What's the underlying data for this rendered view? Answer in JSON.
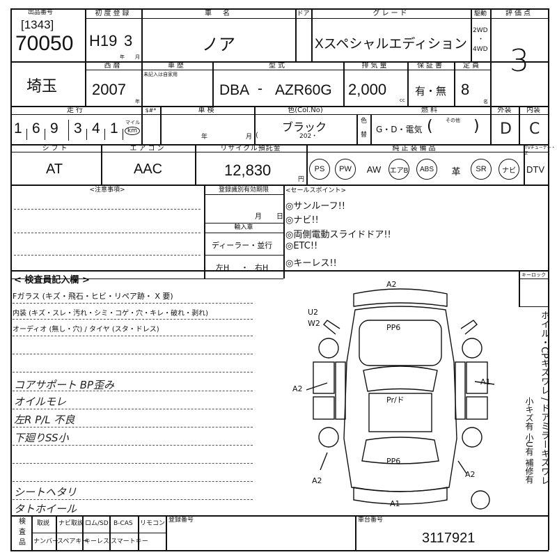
{
  "header": {
    "lot_hdr": "出品番号",
    "lot_code": "[1343]",
    "lot_no": "70050",
    "first_reg_hdr": "初度登録",
    "first_reg_era": "H19",
    "first_reg_month": "3",
    "year_unit": "年",
    "month_unit": "月",
    "model_name_hdr": "車　名",
    "model_name": "ノア",
    "door_hdr": "ドア",
    "grade_hdr": "グレード",
    "grade": "Xスペシャルエディション",
    "drive_hdr": "駆動",
    "drive_2wd": "2WD",
    "drive_sep": "・",
    "drive_4wd": "4WD",
    "score_hdr": "評価点",
    "score": "3"
  },
  "row2": {
    "region": "埼玉",
    "western_hdr": "西暦",
    "year": "2007",
    "year_unit": "年",
    "recess_hdr": "車歴",
    "recess_note": "未記入は自家用",
    "type_hdr": "型式",
    "type_prefix": "DBA",
    "type_dash": "-",
    "type_code": "AZR60G",
    "displacement_hdr": "排気量",
    "displacement": "2,000",
    "cc_unit": "cc",
    "warranty_hdr": "保証書",
    "warranty": "有・無",
    "capacity_hdr": "定員",
    "capacity": "8",
    "capacity_unit": "名"
  },
  "row3": {
    "mileage_hdr": "走行",
    "mileage_digits": [
      "1",
      "6",
      "9",
      "3",
      "4",
      "1"
    ],
    "mileage_unit_mile": "マイル",
    "mileage_unit_km": "km",
    "sharp_hdr": "$#*",
    "inspection_hdr": "車検",
    "inspection_year_unit": "年",
    "inspection_month_unit": "月",
    "color_hdr": "色(Col.No)",
    "color": "ブラック",
    "color_code": "202・",
    "color_change_1": "色",
    "color_change_2": "替",
    "fuel_hdr": "燃料",
    "fuel_options": "G・D・電気",
    "fuel_other_label": "その他",
    "fuel_paren_open": "(",
    "fuel_paren_close": ")",
    "exterior_hdr": "外装",
    "exterior": "D",
    "interior_hdr": "内装",
    "interior": "C"
  },
  "row4": {
    "shift_hdr": "シフト",
    "shift": "AT",
    "aircon_hdr": "エアコン",
    "aircon": "AAC",
    "recycle_hdr": "リサイクル預託金",
    "recycle": "12,830",
    "yen_unit": "円",
    "equipment_hdr": "純正装備品",
    "equipment": [
      {
        "label": "PS",
        "circled": true
      },
      {
        "label": "PW",
        "circled": true
      },
      {
        "label": "AW",
        "circled": false
      },
      {
        "label": "エアB",
        "circled": true
      },
      {
        "label": "ABS",
        "circled": true
      },
      {
        "label": "革",
        "circled": false
      },
      {
        "label": "SR",
        "circled": true
      },
      {
        "label": "ナビ",
        "circled": true
      }
    ],
    "tv_hdr": "TVチューナー・Z",
    "tv": "DTV"
  },
  "notes": {
    "caution_hdr": "<注意事項>",
    "reg_expiry_hdr": "登録識別有効期限",
    "reg_expiry_month": "月",
    "reg_expiry_day": "日",
    "import_hdr": "輸入車",
    "import_dealer": "ディーラー・並行",
    "import_handle_left": "左H",
    "import_handle_sep": "・",
    "import_handle_right": "右H",
    "sales_hdr": "<セールスポイント>",
    "sales_points": [
      "◎サンルーフ!!",
      "◎ナビ!!",
      "◎両側電動スライドドア!!",
      "◎ETC!!",
      "◎キーレス!!"
    ]
  },
  "inspector": {
    "title": "< 検査員記入欄 >",
    "glass_line": "Fガラス (キズ・飛石・ヒビ・リペア跡・ X 要)",
    "interior_line": "内装 (キズ・スレ・汚れ・シミ・コゲ・穴・キレ・破れ・剥れ)",
    "audio_line": "オーディオ (無し・穴) / タイヤ (スタ・ドレス)",
    "handwritten": [
      "コアサポート BP歪み",
      "オイルモレ",
      "左R P/L 不良",
      "下廻りSS小",
      "シートヘタリ",
      "タトホイール"
    ],
    "keybox_hdr": "キーロック",
    "side_note_1": "ホイル・CPキズワレ / ドアミラーキズワレ",
    "side_note_2": "小キズ有 小U有 補修有"
  },
  "diagram": {
    "marks": [
      "A2",
      "U2",
      "W2",
      "PP6",
      "A2",
      "A1",
      "Pr/ド",
      "PP6",
      "A2",
      "A2",
      "A1"
    ]
  },
  "footer": {
    "inspect_hdr_1": "検",
    "inspect_hdr_2": "査",
    "inspect_hdr_3": "品",
    "items_row1": [
      "取説",
      "ナビ取説",
      "ロム/SD",
      "B-CAS",
      "リモコン"
    ],
    "items_row2": [
      "ナンバー",
      "スペアキー",
      "キーレス",
      "スマートキー"
    ],
    "reg_no_hdr": "登録番号",
    "chassis_hdr": "車台番号",
    "chassis_no": "3117921"
  }
}
